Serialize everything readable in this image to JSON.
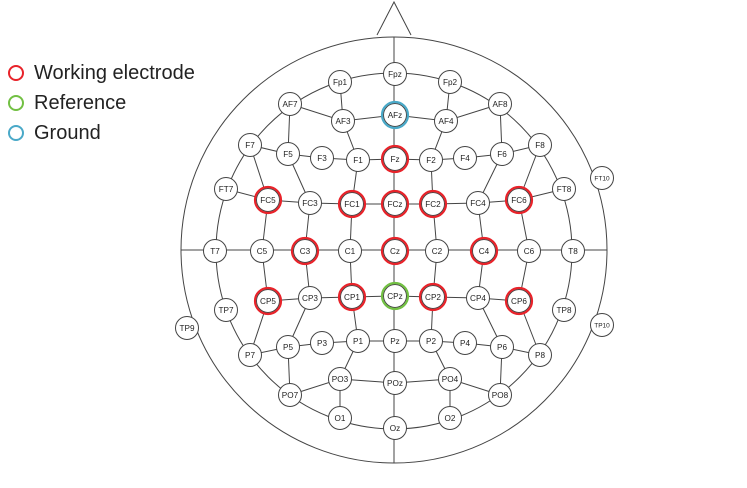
{
  "legend": [
    {
      "label": "Working electrode",
      "color": "#e8232a"
    },
    {
      "label": "Reference",
      "color": "#72c043"
    },
    {
      "label": "Ground",
      "color": "#4aa9c8"
    }
  ],
  "colors": {
    "outline": "#444444",
    "electrode_fill": "#ffffff",
    "text": "#222222"
  },
  "electrodes": [
    {
      "label": "Fpz"
    },
    {
      "label": "Fp1"
    },
    {
      "label": "Fp2"
    },
    {
      "label": "AF7"
    },
    {
      "label": "AF8"
    },
    {
      "label": "AFz",
      "role": "ground"
    },
    {
      "label": "AF3"
    },
    {
      "label": "AF4"
    },
    {
      "label": "F7"
    },
    {
      "label": "F5"
    },
    {
      "label": "F3"
    },
    {
      "label": "F1"
    },
    {
      "label": "Fz",
      "role": "working"
    },
    {
      "label": "F2"
    },
    {
      "label": "F4"
    },
    {
      "label": "F6"
    },
    {
      "label": "F8"
    },
    {
      "label": "FT7"
    },
    {
      "label": "FC5",
      "role": "working"
    },
    {
      "label": "FC3"
    },
    {
      "label": "FC1",
      "role": "working"
    },
    {
      "label": "FCz",
      "role": "working"
    },
    {
      "label": "FC2",
      "role": "working"
    },
    {
      "label": "FC4"
    },
    {
      "label": "FC6",
      "role": "working"
    },
    {
      "label": "FT8"
    },
    {
      "label": "FT10"
    },
    {
      "label": "T7"
    },
    {
      "label": "C5"
    },
    {
      "label": "C3",
      "role": "working"
    },
    {
      "label": "C1"
    },
    {
      "label": "Cz",
      "role": "working"
    },
    {
      "label": "C2"
    },
    {
      "label": "C4",
      "role": "working"
    },
    {
      "label": "C6"
    },
    {
      "label": "T8"
    },
    {
      "label": "TP7"
    },
    {
      "label": "CP5",
      "role": "working"
    },
    {
      "label": "CP3"
    },
    {
      "label": "CP1",
      "role": "working"
    },
    {
      "label": "CPz",
      "role": "reference"
    },
    {
      "label": "CP2",
      "role": "working"
    },
    {
      "label": "CP4"
    },
    {
      "label": "CP6",
      "role": "working"
    },
    {
      "label": "TP8"
    },
    {
      "label": "TP9"
    },
    {
      "label": "TP10"
    },
    {
      "label": "P7"
    },
    {
      "label": "P5"
    },
    {
      "label": "P3"
    },
    {
      "label": "P1"
    },
    {
      "label": "Pz"
    },
    {
      "label": "P2"
    },
    {
      "label": "P4"
    },
    {
      "label": "P6"
    },
    {
      "label": "P8"
    },
    {
      "label": "PO3"
    },
    {
      "label": "POz"
    },
    {
      "label": "PO4"
    },
    {
      "label": "PO7"
    },
    {
      "label": "PO8"
    },
    {
      "label": "O1"
    },
    {
      "label": "Oz"
    },
    {
      "label": "O2"
    }
  ]
}
